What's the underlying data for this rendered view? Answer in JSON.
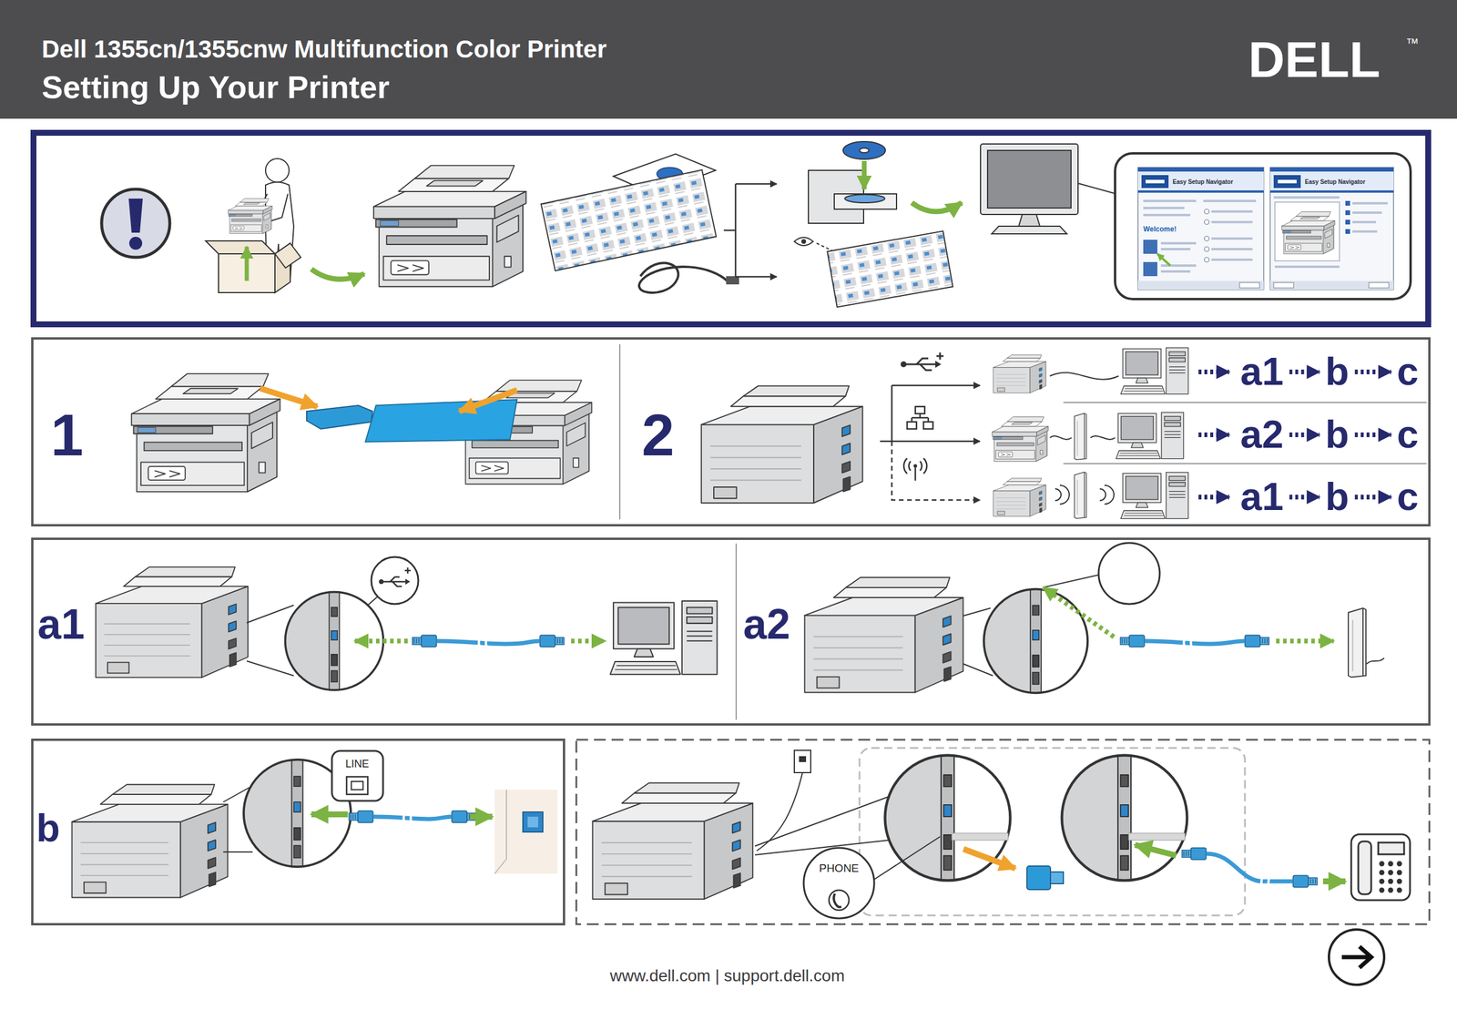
{
  "diagram": {
    "title": "Setting Up Your Printer",
    "nodes": [
      {
        "text": [
          "Easy Setup Navigator",
          "Welcome!"
        ]
      },
      {
        "text": [
          "Easy Setup Navigator"
        ]
      },
      {
        "text": [
          "1"
        ]
      },
      {
        "text": [
          "2"
        ]
      },
      {
        "text": [
          "a1"
        ],
        "in": 3
      },
      {
        "text": [
          "b"
        ],
        "in": 3
      },
      {
        "text": [
          "c"
        ],
        "in": 3
      },
      {
        "text": [
          "a2"
        ],
        "in": 3
      },
      {
        "text": [
          "b"
        ],
        "in": 3
      },
      {
        "text": [
          "c"
        ],
        "in": 3
      },
      {
        "text": [
          "a1"
        ],
        "in": 3
      },
      {
        "text": [
          "b"
        ],
        "in": 3
      },
      {
        "text": [
          "c"
        ],
        "in": 3
      },
      {
        "text": [
          "a1"
        ]
      },
      {
        "text": [
          "a2"
        ]
      },
      {
        "text": [
          "b"
        ]
      }
    ],
    "edges": [
      {
        "from": 4,
        "to": 5,
        "arrow": "to"
      },
      {
        "from": 5,
        "to": 6,
        "arrow": "to"
      },
      {
        "from": 7,
        "to": 8,
        "arrow": "to"
      },
      {
        "from": 8,
        "to": 9,
        "arrow": "to"
      },
      {
        "from": 10,
        "to": 11,
        "arrow": "to"
      },
      {
        "from": 11,
        "to": 12,
        "arrow": "to"
      }
    ],
    "labels": [
      "Dell 1355cn/1355cnw Multifunction Color Printer",
      "DELL",
      "™",
      "LINE",
      "PHONE",
      "www.dell.com | support.dell.com"
    ]
  }
}
